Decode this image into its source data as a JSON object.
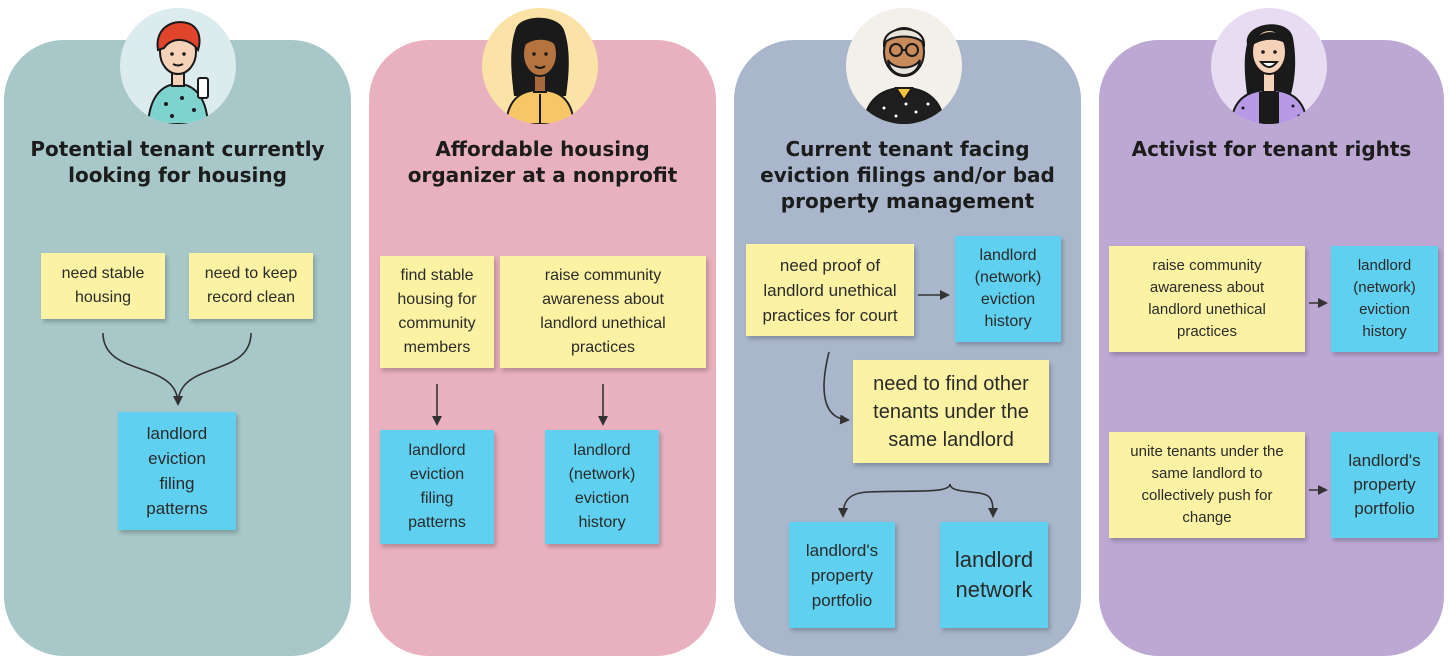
{
  "personas": [
    {
      "title": "Potential tenant currently looking for housing",
      "notes": [
        "need stable housing",
        "need to keep record clean",
        "landlord eviction filing patterns"
      ]
    },
    {
      "title": "Affordable housing organizer at a nonprofit",
      "notes": [
        "find stable housing for community members",
        "raise community awareness about landlord unethical practices",
        "landlord eviction filing patterns",
        "landlord (network) eviction history"
      ]
    },
    {
      "title": "Current tenant facing eviction filings and/or bad property management",
      "notes": [
        "need proof of landlord unethical practices for court",
        "landlord (network) eviction history",
        "need to find other tenants under the same landlord",
        "landlord's property portfolio",
        "landlord network"
      ]
    },
    {
      "title": "Activist for tenant rights",
      "notes": [
        "raise community awareness about landlord unethical practices",
        "landlord (network) eviction history",
        "unite tenants under the same landlord to collectively push for change",
        "landlord's property portfolio"
      ]
    }
  ],
  "colors": {
    "panel_teal": "#a7c7c9",
    "panel_pink": "#e9b0bf",
    "panel_slate": "#a9b6cc",
    "panel_lavender": "#bca8d3",
    "note_yellow": "#fbf3a3",
    "note_blue": "#5fd0ef"
  }
}
